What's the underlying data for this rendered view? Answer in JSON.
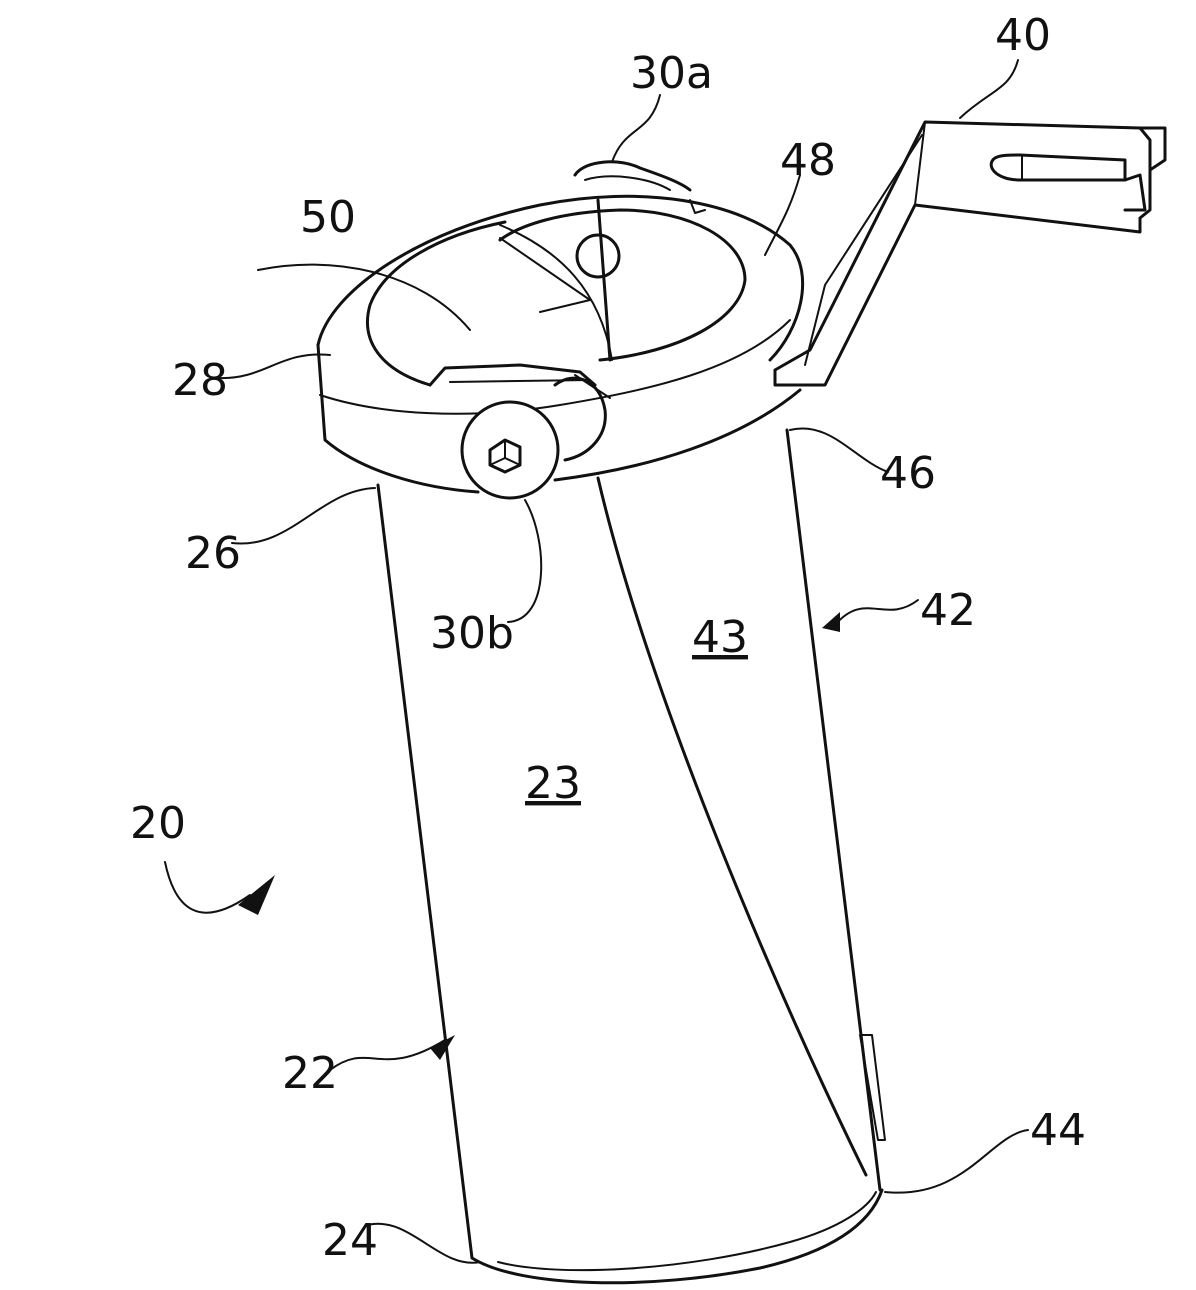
{
  "labels": {
    "l40": "40",
    "l30a": "30a",
    "l48": "48",
    "l50": "50",
    "l28": "28",
    "l46": "46",
    "l26": "26",
    "l30b": "30b",
    "l42": "42",
    "l43": "43",
    "l23": "23",
    "l20": "20",
    "l22": "22",
    "l44": "44",
    "l24": "24"
  }
}
